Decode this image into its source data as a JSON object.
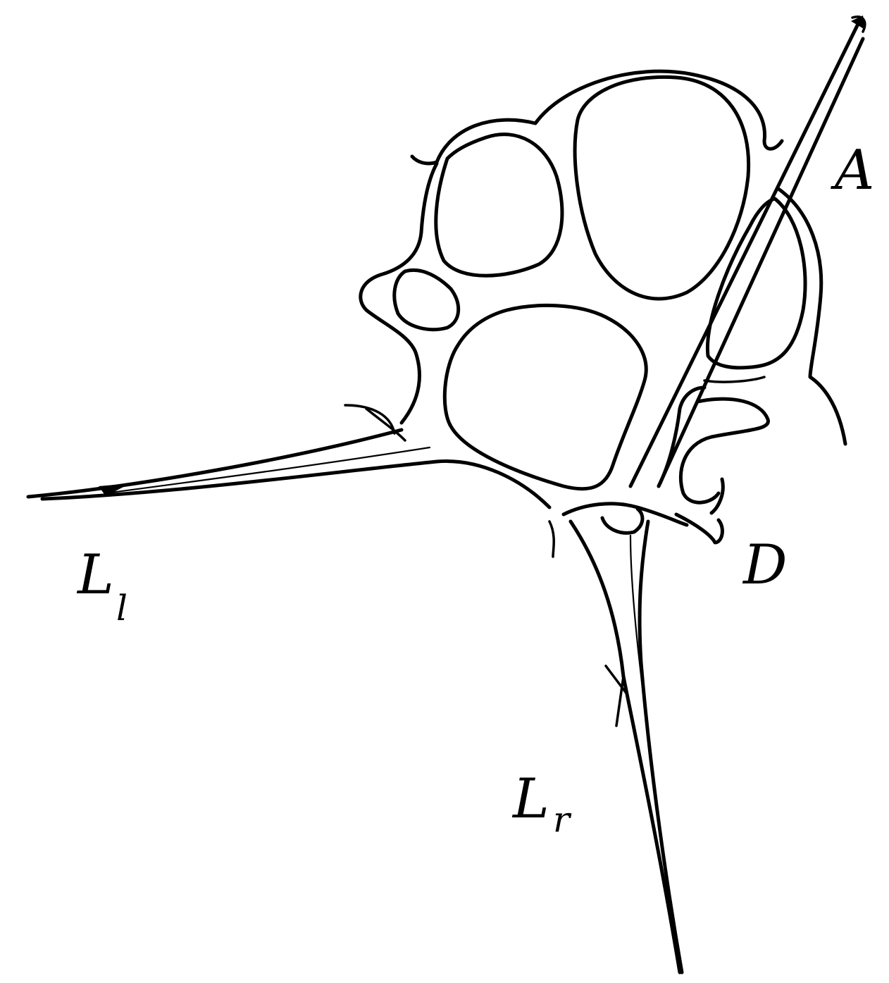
{
  "labels": {
    "A": "A",
    "D": "D",
    "Ll": "L",
    "Ll_sub": "l",
    "Lr": "L",
    "Lr_sub": "r"
  },
  "colors": {
    "ink": "#000000",
    "background": "#ffffff"
  }
}
